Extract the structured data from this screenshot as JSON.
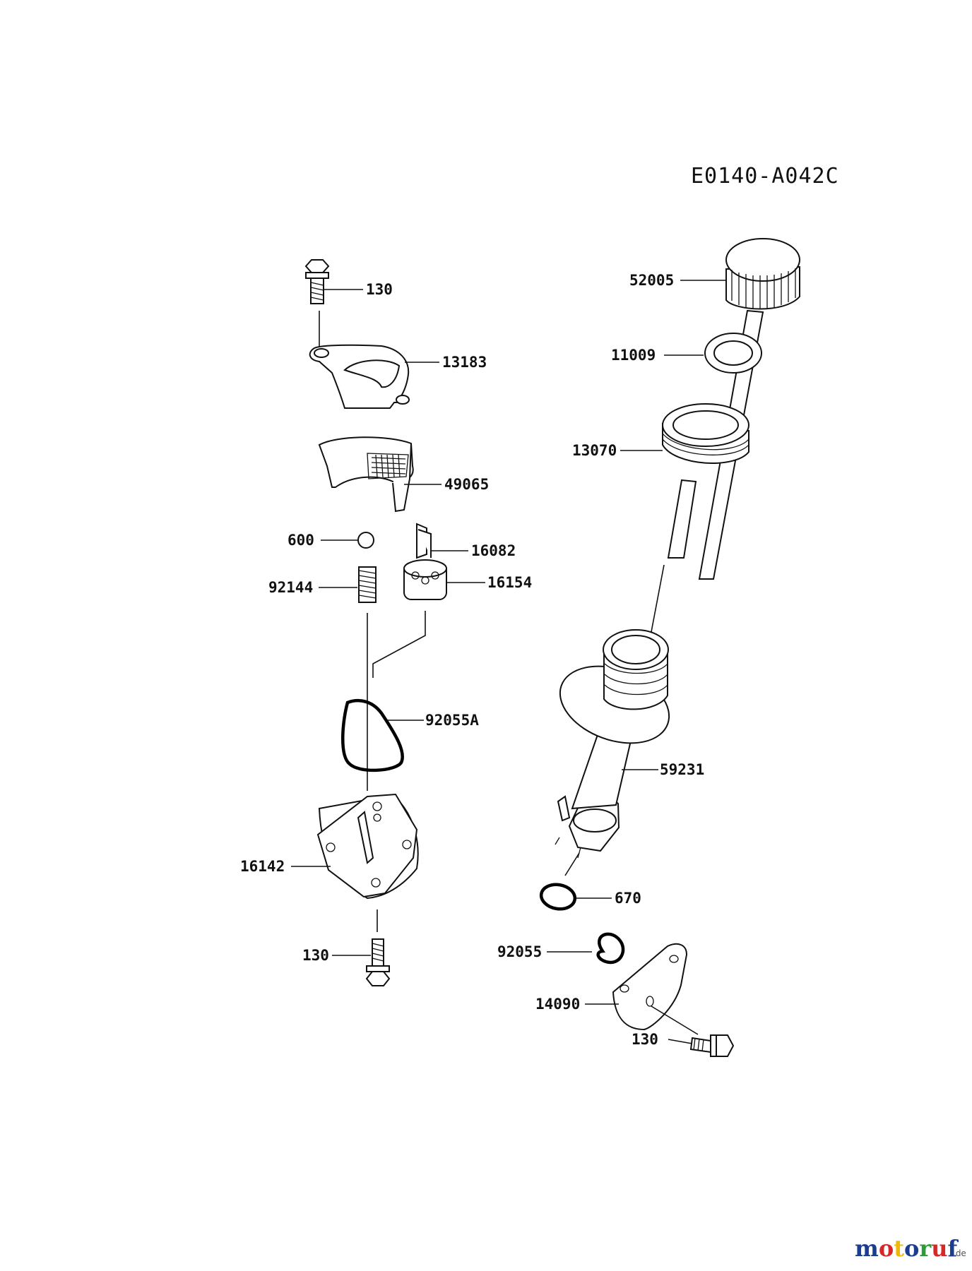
{
  "diagram_code": "E0140-A042C",
  "parts": {
    "p130_top": "130",
    "p13183": "13183",
    "p49065": "49065",
    "p600": "600",
    "p16082": "16082",
    "p92144": "92144",
    "p16154": "16154",
    "p92055A": "92055A",
    "p16142": "16142",
    "p130_bottom": "130",
    "p52005": "52005",
    "p11009": "11009",
    "p13070": "13070",
    "p59231": "59231",
    "p670": "670",
    "p92055": "92055",
    "p14090": "14090",
    "p130_right": "130"
  },
  "watermark": {
    "brand": "motoruf",
    "tld": ".de",
    "colors": [
      "#1a3d8f",
      "#d62828",
      "#f2b705",
      "#1a3d8f",
      "#2a9d3a",
      "#d62828",
      "#1a3d8f"
    ]
  }
}
